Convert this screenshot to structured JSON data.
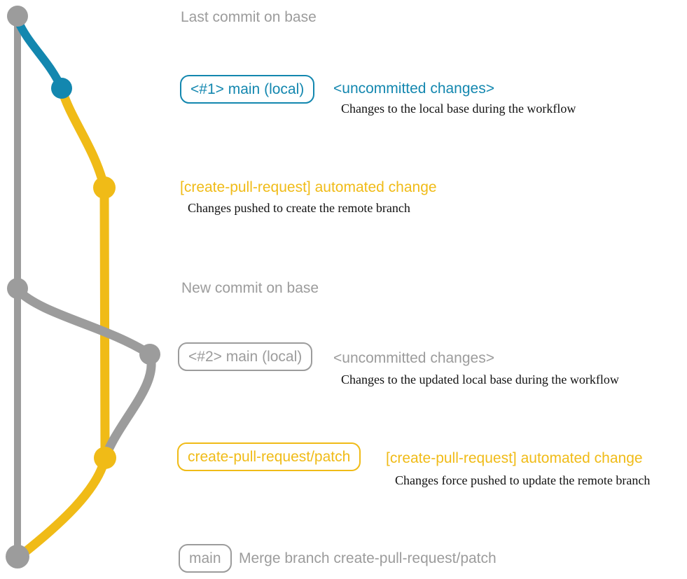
{
  "colors": {
    "gray": "#9c9c9c",
    "blue": "#1387af",
    "yellow": "#f0bb17",
    "note": "#111111",
    "bg": "#ffffff"
  },
  "annotations": {
    "last_commit": "Last commit on base",
    "new_commit": "New commit on base",
    "merge_message": "Merge branch create-pull-request/patch"
  },
  "events": {
    "local1": {
      "badge": "<#1> main (local)",
      "status": "<uncommitted changes>",
      "note": "Changes to the local base during the workflow"
    },
    "push1": {
      "title": "[create-pull-request] automated change",
      "note": "Changes pushed to create the remote branch"
    },
    "local2": {
      "badge": "<#2> main (local)",
      "status": "<uncommitted changes>",
      "note": "Changes to the updated local base during the workflow"
    },
    "push2": {
      "badge": "create-pull-request/patch",
      "title": "[create-pull-request] automated change",
      "note": "Changes force pushed to update the remote branch"
    },
    "merge": {
      "badge": "main"
    }
  }
}
